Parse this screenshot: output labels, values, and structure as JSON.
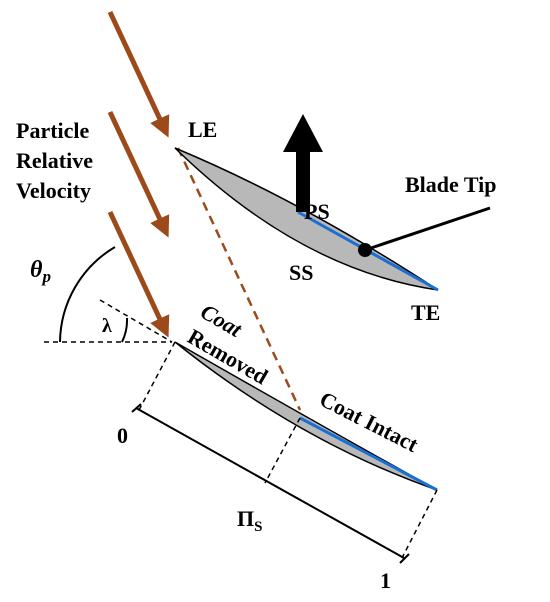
{
  "labels": {
    "le": "LE",
    "te": "TE",
    "ps": "PS",
    "ss": "SS",
    "blade_tip": "Blade Tip",
    "particle_line1": "Particle",
    "particle_line2": "Relative",
    "particle_line3": "Velocity",
    "theta": "θ",
    "theta_sub": "p",
    "lambda": "λ",
    "coat_removed_line1": "Coat",
    "coat_removed_line2": "Removed",
    "coat_intact": "Coat Intact",
    "axis_zero": "0",
    "axis_pi": "Π",
    "axis_pi_sub": "S",
    "axis_one": "1"
  },
  "colors": {
    "arrow": "#9c4a1a",
    "blade_fill": "#b8b8b8",
    "coating": "#1a6fd4",
    "dashed_trail": "#9c4a1a",
    "ink": "#000000"
  }
}
